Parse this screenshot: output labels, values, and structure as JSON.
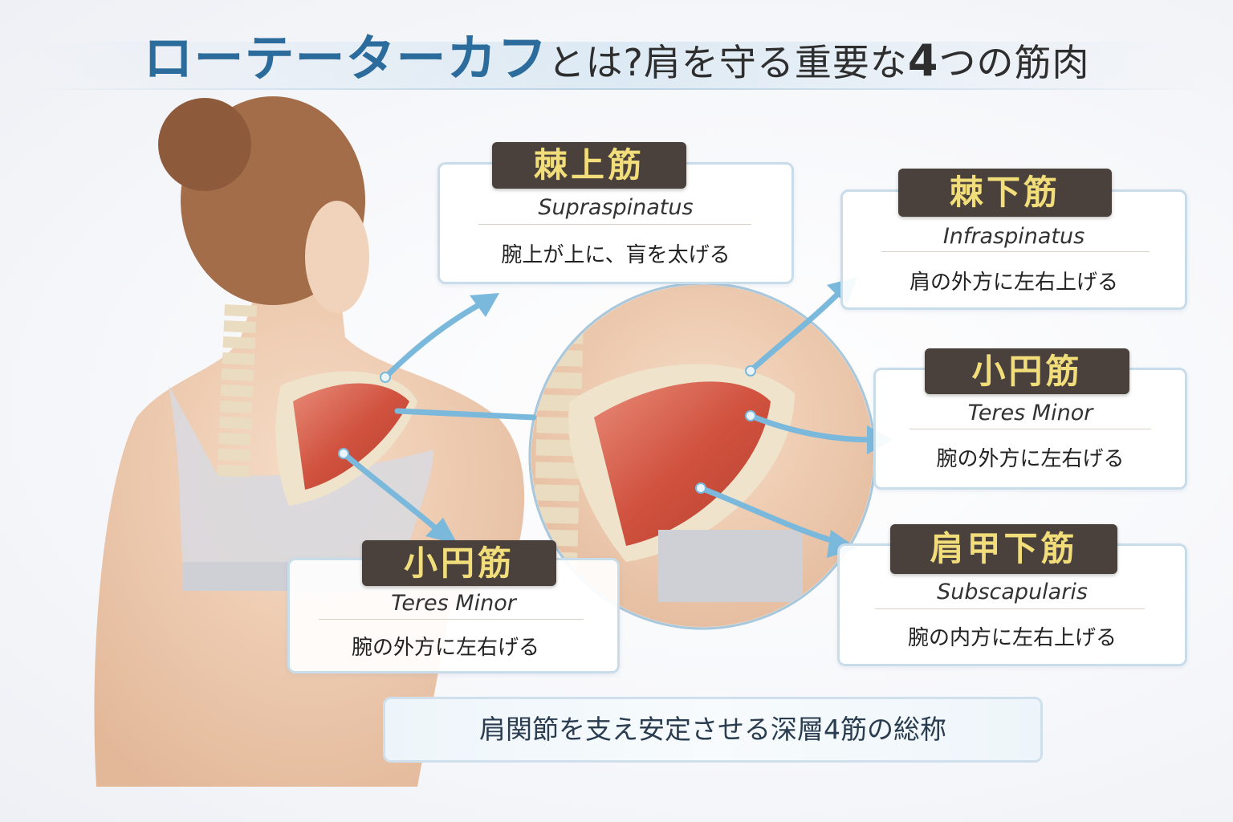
{
  "title": {
    "part1": "ローテーターカフ",
    "part2": "とは?肩を守る重要な",
    "number": "4",
    "part3": "つの筋肉"
  },
  "muscles": [
    {
      "jp_name": "棘上筋",
      "en_name": "Supraspinatus",
      "function": "腕上が上に、肓を太げる"
    },
    {
      "jp_name": "棘下筋",
      "en_name": "Infraspinatus",
      "function": "肩の外方に左右上げる"
    },
    {
      "jp_name": "小円筋",
      "en_name": "Teres Minor",
      "function": "腕の外方に左右げる"
    },
    {
      "jp_name": "肩甲下筋",
      "en_name": "Subscapularis",
      "function": "腕の内方に左右上げる"
    },
    {
      "jp_name": "小円筋",
      "en_name": "Teres Minor",
      "function": "腕の外方に左右げる"
    }
  ],
  "summary": "肩関節を支え安定させる深層4筋の総称",
  "colors": {
    "title_blue": "#2b6c9c",
    "label_bg": "#4a413d",
    "label_text": "#f1de7a",
    "arrow": "#7ab8dc",
    "muscle": "#d0523f"
  }
}
